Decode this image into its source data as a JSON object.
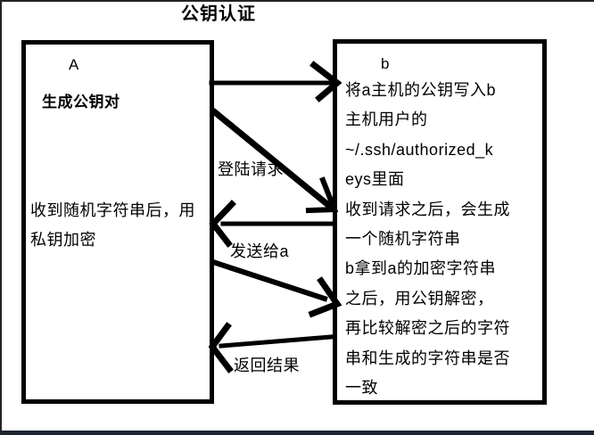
{
  "title": "公钥认证",
  "host_a": {
    "name": "A",
    "generate_text": "生成公钥对",
    "received_lines": [
      "收到随机字符串后，用",
      "私钥加密"
    ]
  },
  "host_b": {
    "name": "b",
    "lines": [
      "将a主机的公钥写入b",
      "主机用户的",
      "~/.ssh/authorized_k",
      "eys里面",
      "收到请求之后，会生成",
      "一个随机字符串",
      "b拿到a的加密字符串",
      "之后，用公钥解密，",
      "再比较解密之后的字符",
      "串和生成的字符串是否",
      "一致"
    ]
  },
  "labels": {
    "login_request": "登陆请求",
    "send_to_a": "发送给a",
    "return_result": "返回结果"
  },
  "colors": {
    "ink": "#000000",
    "background": "#ffffff",
    "frame_bottom": "#1c2430"
  }
}
